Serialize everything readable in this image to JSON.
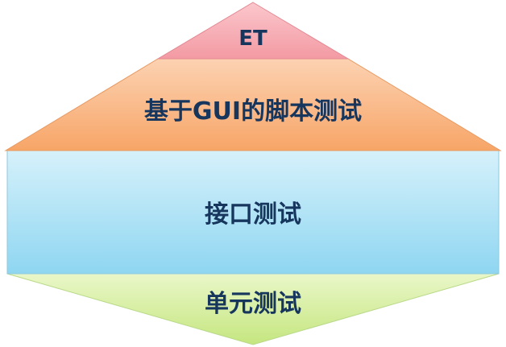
{
  "layers": [
    {
      "label": "ET",
      "color": "#f7a2aa"
    },
    {
      "label": "基于GUI的脚本测试",
      "color": "#f9b07d"
    },
    {
      "label": "接口测试",
      "color": "#a9e3f6"
    },
    {
      "label": "单元测试",
      "color": "#d7ef9f"
    }
  ],
  "label_color": "#17365d"
}
